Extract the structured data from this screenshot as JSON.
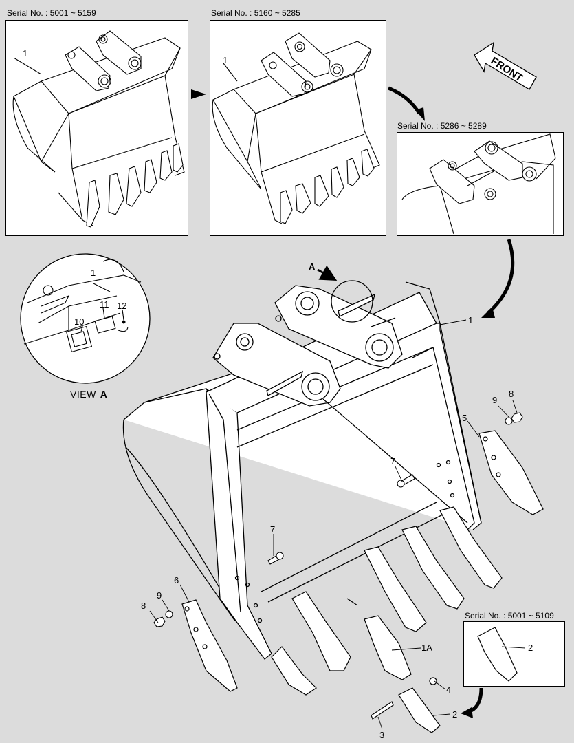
{
  "serials": {
    "panel1": "Serial No. : 5001 ~ 5159",
    "panel2": "Serial No. : 5160 ~ 5285",
    "panel3": "Serial No. : 5286 ~ 5289",
    "panel4": "Serial No. : 5001 ~ 5109"
  },
  "front_label": "FRONT",
  "view": {
    "prefix": "VIEW",
    "letter": "A",
    "arrow_label": "A"
  },
  "callouts": {
    "p1_bucket": "1",
    "p2_bucket": "1",
    "view_bucket": "1",
    "view_10": "10",
    "view_11": "11",
    "view_12": "12",
    "main_bucket": "1",
    "side_cutter_right": "5",
    "nut_right": "8",
    "washer_right": "9",
    "bolt_right": "7",
    "bolt_left": "7",
    "side_cutter_left": "6",
    "nut_left": "8",
    "washer_left": "9",
    "adapter": "1A",
    "tooth": "2",
    "pin": "3",
    "lock": "4",
    "inset_tooth": "2"
  },
  "colors": {
    "background": "#dcdcdc",
    "panel": "#ffffff",
    "line": "#000000"
  }
}
